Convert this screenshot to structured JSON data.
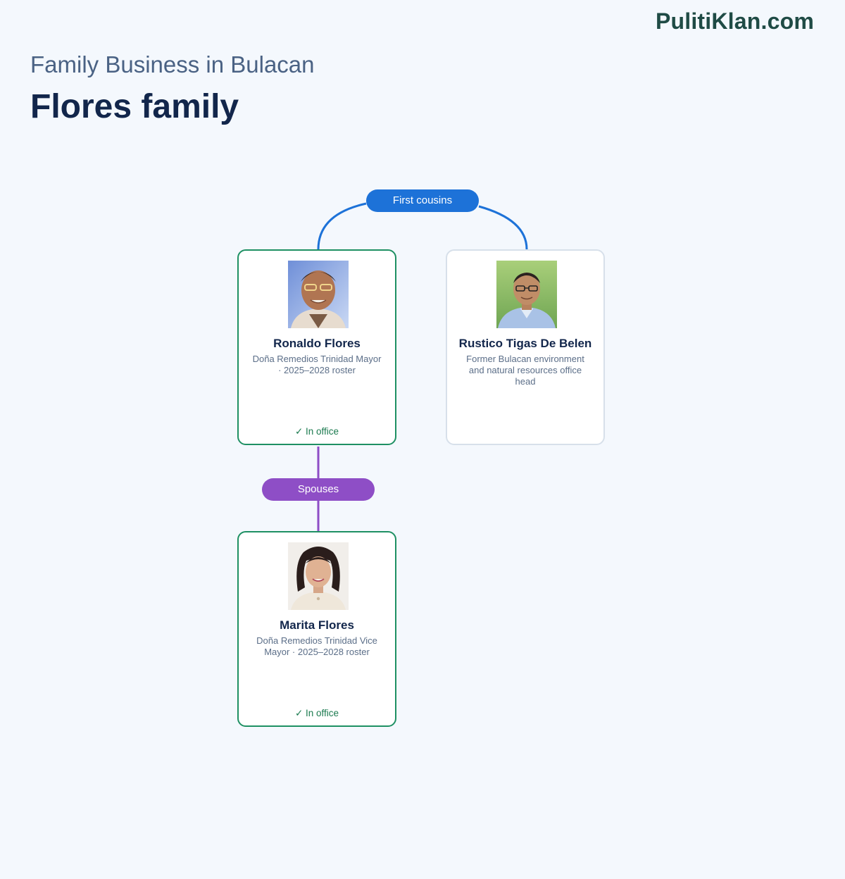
{
  "brand": "PulitiKlan.com",
  "header": {
    "kicker": "Family Business in Bulacan",
    "title": "Flores family"
  },
  "relations": {
    "cousins": "First cousins",
    "spouses": "Spouses"
  },
  "colors": {
    "cousins": "#1d72d8",
    "spouses": "#8e4ec6",
    "in_office_border": "#1e9063",
    "former_border": "#d7e0ea"
  },
  "people": {
    "ronaldo": {
      "name": "Ronaldo Flores",
      "role": "Doña Remedios Trinidad Mayor · 2025–2028 roster",
      "status": "✓ In office"
    },
    "rustico": {
      "name": "Rustico Tigas De Belen",
      "role": "Former Bulacan environment and natural resources office head"
    },
    "marita": {
      "name": "Marita Flores",
      "role": "Doña Remedios Trinidad Vice Mayor · 2025–2028 roster",
      "status": "✓ In office"
    }
  }
}
